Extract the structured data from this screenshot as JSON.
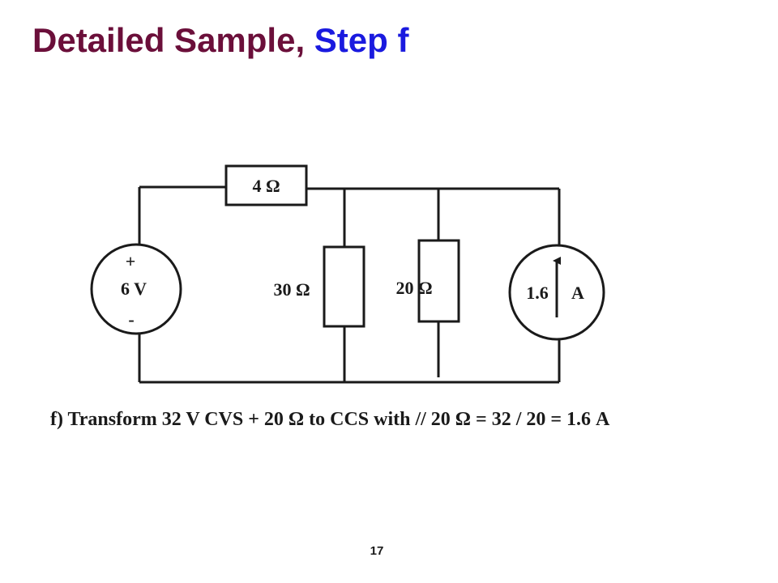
{
  "slide": {
    "title_part_1": "Detailed Sample, ",
    "title_part_2": "Step f",
    "caption": "f) Transform 32 V CVS + 20 Ω to CCS with // 20 Ω = 32 / 20 = 1.6 A",
    "page_number": "17"
  },
  "circuit": {
    "series_resistor_label": "4 Ω",
    "voltage_source": {
      "plus": "+",
      "value": "6 V",
      "minus": "-"
    },
    "resistor_30_label": "30 Ω",
    "resistor_20_label": "20 Ω",
    "current_source": {
      "value": "1.6",
      "unit": "A"
    }
  }
}
